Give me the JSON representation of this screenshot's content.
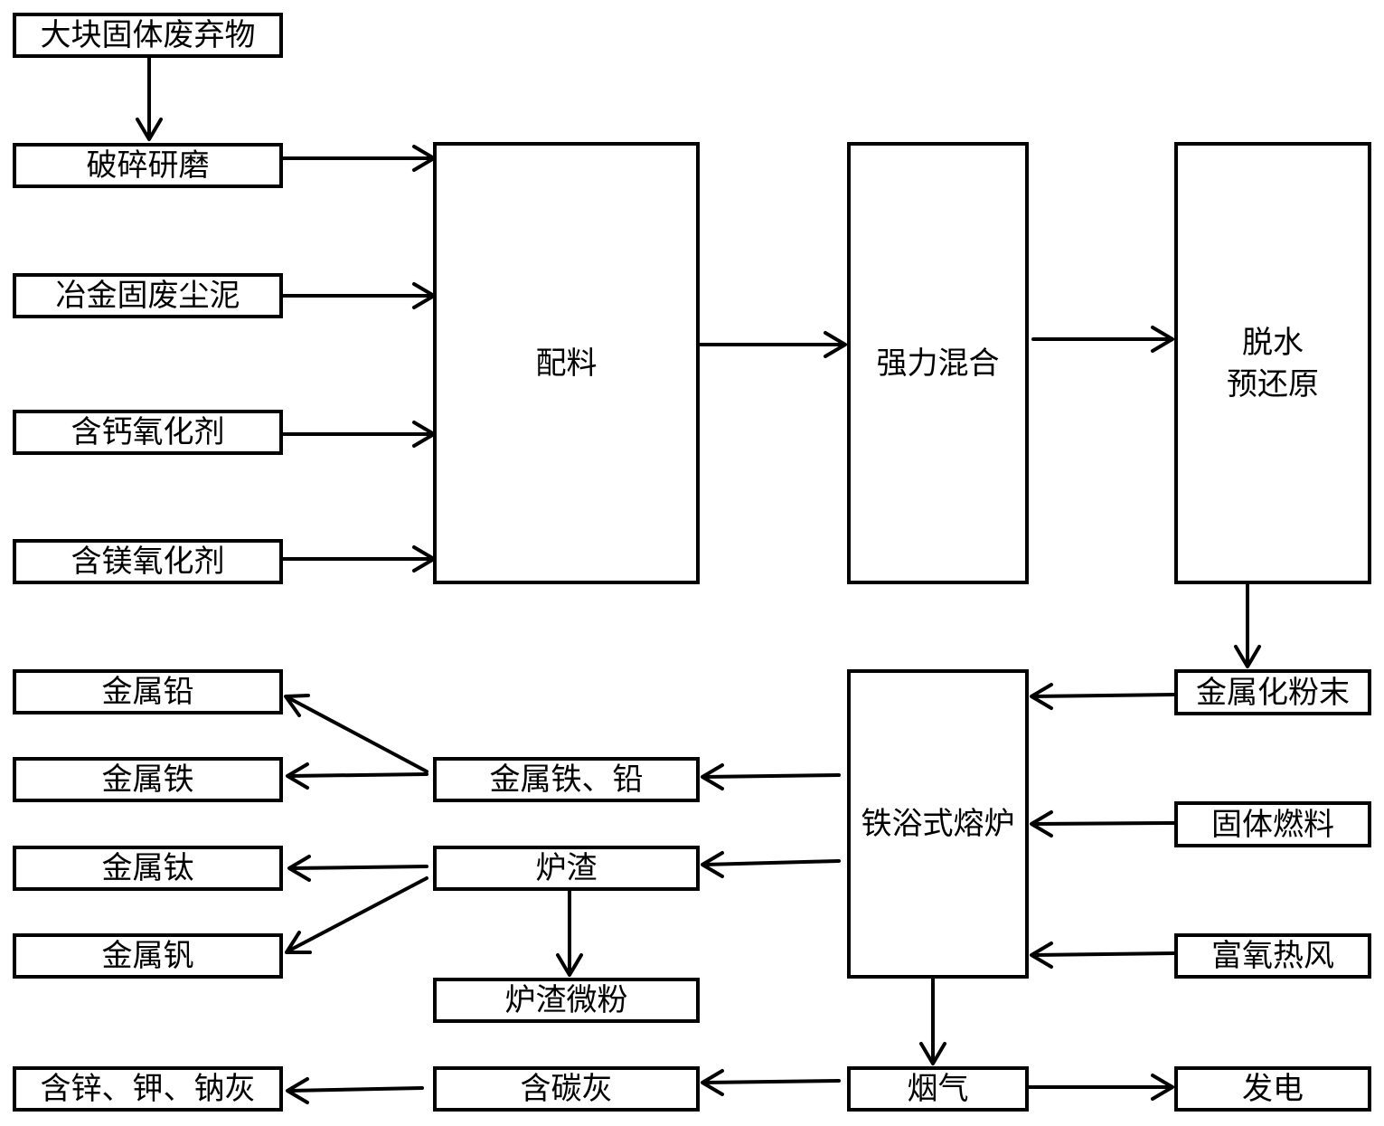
{
  "nodes": {
    "bulk_solid_waste": "大块固体废弃物",
    "crush_grind": "破碎研磨",
    "metallurgical_dust": "冶金固废尘泥",
    "calcium_oxidizer": "含钙氧化剂",
    "magnesium_oxidizer": "含镁氧化剂",
    "batching": "配料",
    "intensive_mixing": "强力混合",
    "dewater_prereduction": "脱水\n预还原",
    "metallized_powder": "金属化粉末",
    "iron_bath_furnace": "铁浴式熔炉",
    "solid_fuel": "固体燃料",
    "oxygen_hot_air": "富氧热风",
    "metal_iron_lead": "金属铁、铅",
    "slag": "炉渣",
    "slag_powder": "炉渣微粉",
    "metal_lead": "金属铅",
    "metal_iron": "金属铁",
    "metal_titanium": "金属钛",
    "metal_vanadium": "金属钒",
    "carbon_ash": "含碳灰",
    "zinc_k_na_ash": "含锌、钾、钠灰",
    "flue_gas": "烟气",
    "power_generation": "发电"
  }
}
